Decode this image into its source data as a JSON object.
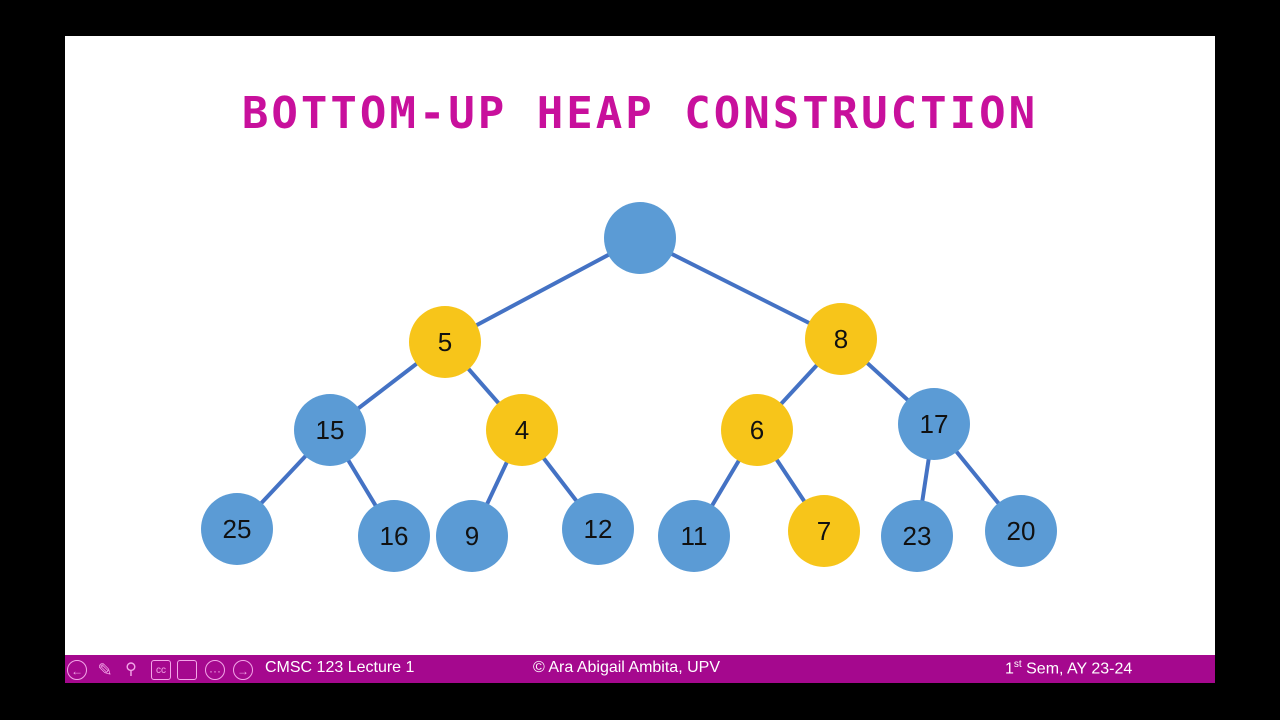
{
  "slide": {
    "title": "BOTTOM-UP HEAP CONSTRUCTION",
    "title_color": "#c8109c",
    "tree": {
      "nodes": [
        {
          "label": "",
          "color": "blue"
        },
        {
          "label": "5",
          "color": "yellow"
        },
        {
          "label": "8",
          "color": "yellow"
        },
        {
          "label": "15",
          "color": "blue"
        },
        {
          "label": "4",
          "color": "yellow"
        },
        {
          "label": "6",
          "color": "yellow"
        },
        {
          "label": "17",
          "color": "blue"
        },
        {
          "label": "25",
          "color": "blue"
        },
        {
          "label": "16",
          "color": "blue"
        },
        {
          "label": "9",
          "color": "blue"
        },
        {
          "label": "12",
          "color": "blue"
        },
        {
          "label": "11",
          "color": "blue"
        },
        {
          "label": "7",
          "color": "yellow"
        },
        {
          "label": "23",
          "color": "blue"
        },
        {
          "label": "20",
          "color": "blue"
        }
      ],
      "colors": {
        "blue": "#5b9bd5",
        "yellow": "#f7c51a",
        "edge": "#4472c4"
      }
    }
  },
  "footer": {
    "left": "CMSC 123 Lecture 1",
    "center": "© Ara Abigail Ambita, UPV",
    "right_prefix": "1",
    "right_sup": "st",
    "right_suffix": " Sem, AY 23-24",
    "bar_color": "#a5088e"
  },
  "controls": [
    "previous-icon",
    "pen-icon",
    "zoom-icon",
    "captions-icon",
    "screen-icon",
    "more-icon",
    "next-icon"
  ]
}
